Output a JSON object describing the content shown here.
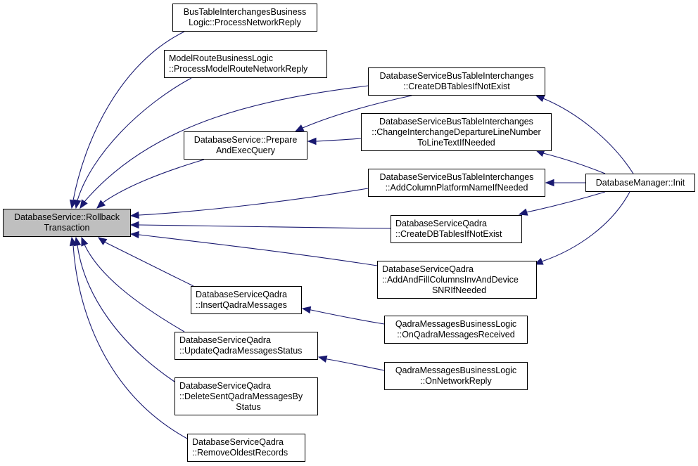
{
  "diagram": {
    "type": "call-graph",
    "edge_color": "#191970",
    "focus_fill": "#bfbfbf",
    "nodes": {
      "rollback": {
        "lines": [
          "DatabaseService::Rollback",
          "Transaction"
        ]
      },
      "bus_process": {
        "lines": [
          "BusTableInterchangesBusiness",
          "Logic::ProcessNetworkReply"
        ]
      },
      "model_route": {
        "lines": [
          "ModelRouteBusinessLogic",
          "::ProcessModelRouteNetworkReply"
        ]
      },
      "prepare": {
        "lines": [
          "DatabaseService::Prepare",
          "AndExecQuery"
        ]
      },
      "bus_create": {
        "lines": [
          "DatabaseServiceBusTableInterchanges",
          "::CreateDBTablesIfNotExist"
        ]
      },
      "bus_change": {
        "lines": [
          "DatabaseServiceBusTableInterchanges",
          "::ChangeInterchangeDepartureLineNumber",
          "ToLineTextIfNeeded"
        ]
      },
      "bus_addcol": {
        "lines": [
          "DatabaseServiceBusTableInterchanges",
          "::AddColumnPlatformNameIfNeeded"
        ]
      },
      "qadra_create": {
        "lines": [
          "DatabaseServiceQadra",
          "::CreateDBTablesIfNotExist"
        ]
      },
      "qadra_addfill": {
        "lines": [
          "DatabaseServiceQadra",
          "::AddAndFillColumnsInvAndDevice",
          "SNRIfNeeded"
        ]
      },
      "qadra_insert": {
        "lines": [
          "DatabaseServiceQadra",
          "::InsertQadraMessages"
        ]
      },
      "qadra_update": {
        "lines": [
          "DatabaseServiceQadra",
          "::UpdateQadraMessagesStatus"
        ]
      },
      "qadra_delete": {
        "lines": [
          "DatabaseServiceQadra",
          "::DeleteSentQadraMessagesBy",
          "Status"
        ]
      },
      "qadra_remove": {
        "lines": [
          "DatabaseServiceQadra",
          "::RemoveOldestRecords"
        ]
      },
      "qmbl_received": {
        "lines": [
          "QadraMessagesBusinessLogic",
          "::OnQadraMessagesReceived"
        ]
      },
      "qmbl_reply": {
        "lines": [
          "QadraMessagesBusinessLogic",
          "::OnNetworkReply"
        ]
      },
      "db_manager_init": {
        "lines": [
          "DatabaseManager::Init"
        ]
      }
    },
    "edges": [
      {
        "from": "bus_process",
        "to": "rollback"
      },
      {
        "from": "model_route",
        "to": "rollback"
      },
      {
        "from": "bus_create",
        "to": "rollback"
      },
      {
        "from": "prepare",
        "to": "rollback"
      },
      {
        "from": "bus_addcol",
        "to": "rollback"
      },
      {
        "from": "qadra_create",
        "to": "rollback"
      },
      {
        "from": "qadra_addfill",
        "to": "rollback"
      },
      {
        "from": "qadra_insert",
        "to": "rollback"
      },
      {
        "from": "qadra_update",
        "to": "rollback"
      },
      {
        "from": "qadra_delete",
        "to": "rollback"
      },
      {
        "from": "qadra_remove",
        "to": "rollback"
      },
      {
        "from": "bus_create",
        "to": "prepare"
      },
      {
        "from": "bus_change",
        "to": "prepare"
      },
      {
        "from": "db_manager_init",
        "to": "bus_create"
      },
      {
        "from": "db_manager_init",
        "to": "bus_change"
      },
      {
        "from": "db_manager_init",
        "to": "bus_addcol"
      },
      {
        "from": "db_manager_init",
        "to": "qadra_create"
      },
      {
        "from": "db_manager_init",
        "to": "qadra_addfill"
      },
      {
        "from": "qmbl_received",
        "to": "qadra_insert"
      },
      {
        "from": "qmbl_reply",
        "to": "qadra_update"
      }
    ]
  }
}
